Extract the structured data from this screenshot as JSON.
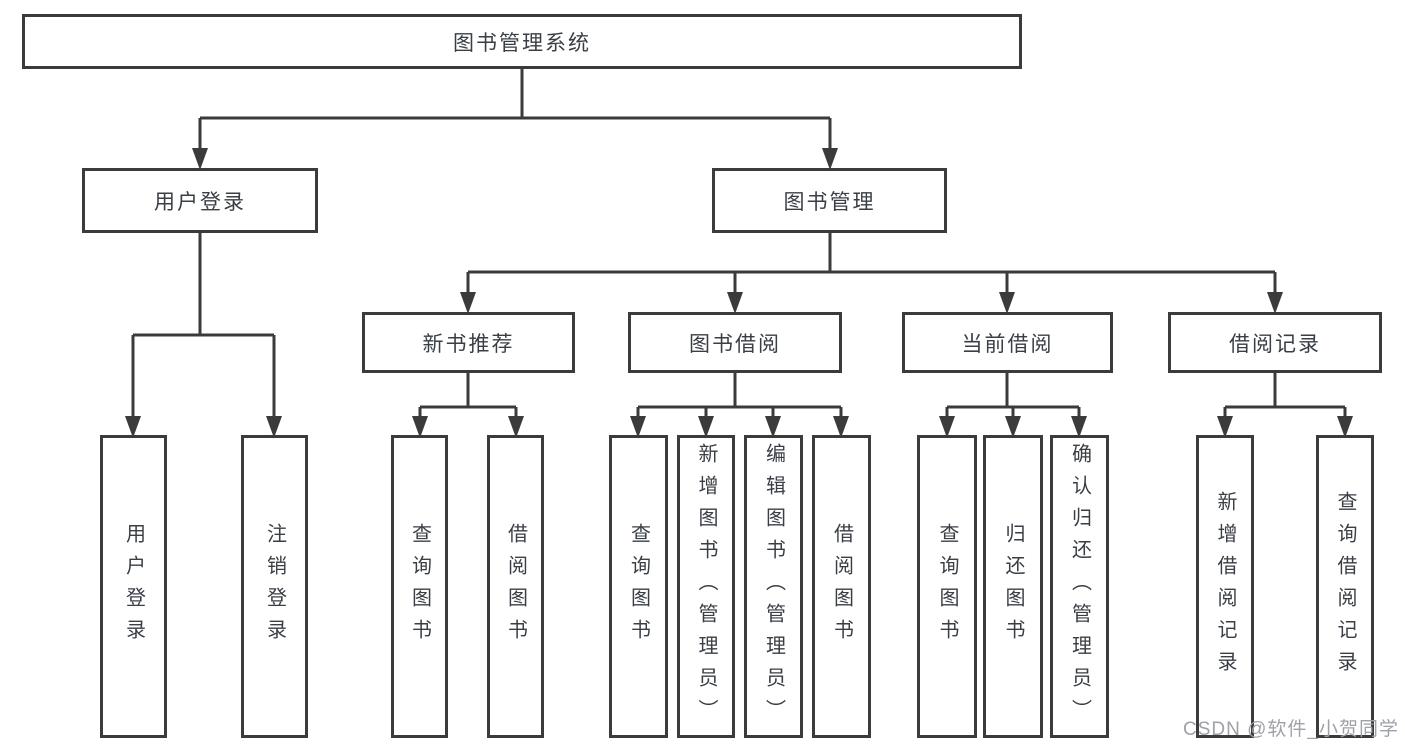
{
  "diagram": {
    "root": "图书管理系统",
    "user_login_branch": {
      "label": "用户登录",
      "leaves": [
        "用户登录",
        "注销登录"
      ]
    },
    "book_mgmt_branch": {
      "label": "图书管理",
      "sections": [
        {
          "label": "新书推荐",
          "leaves": [
            "查询图书",
            "借阅图书"
          ]
        },
        {
          "label": "图书借阅",
          "leaves": [
            "查询图书",
            "新增图书（管理员）",
            "编辑图书（管理员）",
            "借阅图书"
          ]
        },
        {
          "label": "当前借阅",
          "leaves": [
            "查询图书",
            "归还图书",
            "确认归还（管理员）"
          ]
        },
        {
          "label": "借阅记录",
          "leaves": [
            "新增借阅记录",
            "查询借阅记录"
          ]
        }
      ]
    }
  },
  "watermark": "CSDN @软件_小贺同学",
  "colors": {
    "line": "#3b3b3b",
    "text": "#3a3f46",
    "watermark": "#9fa1a9",
    "background": "#ffffff"
  }
}
